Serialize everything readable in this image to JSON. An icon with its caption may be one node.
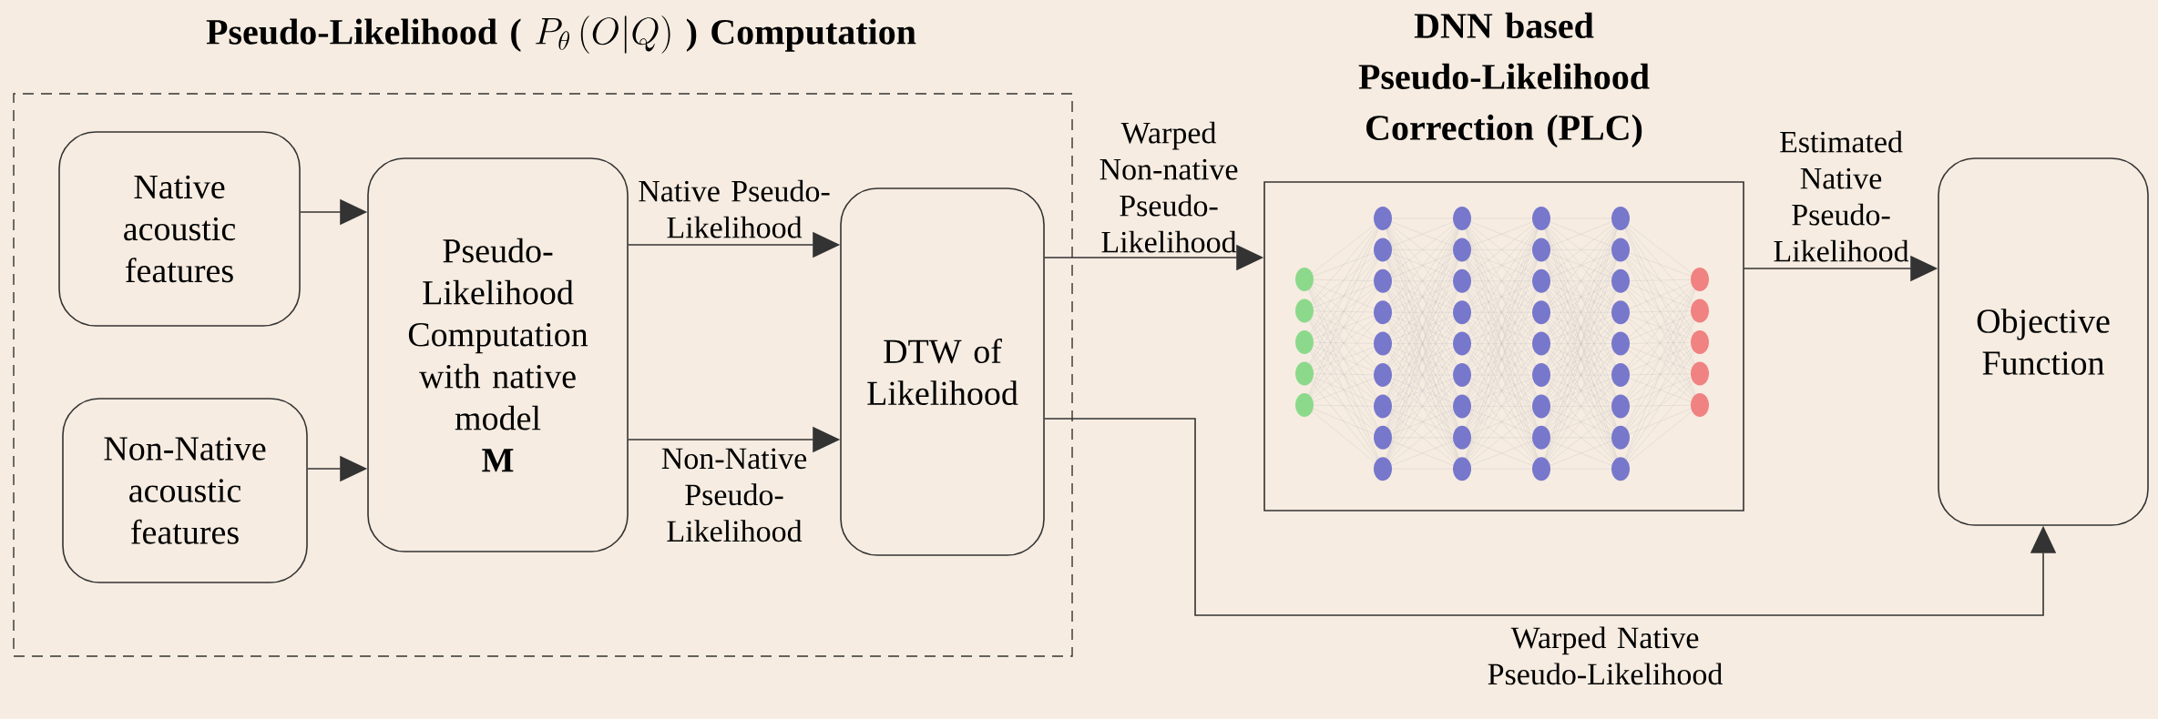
{
  "diagram": {
    "nodes": [
      {
        "text": [
          "Pseudo-Likelihood (",
          "P_{\\theta}\\left(O\\middle|Q\\right)",
          ") Computation"
        ]
      },
      {
        "text": [
          "Native acoustic features"
        ],
        "in": 0
      },
      {
        "text": [
          "Non-Native acoustic features"
        ],
        "in": 0
      },
      {
        "text": [
          "Pseudo-Likelihood Computation with native model",
          "M"
        ],
        "in": 0
      },
      {
        "text": [
          "DTW of Likelihood"
        ],
        "in": 0
      },
      {
        "text": [
          "DNN based Pseudo-Likelihood Correction (PLC)"
        ]
      },
      {
        "text": [
          "Objective Function"
        ]
      }
    ],
    "edges": [
      {
        "from": 1,
        "to": 3,
        "arrow": "to"
      },
      {
        "from": 2,
        "to": 3,
        "arrow": "to"
      },
      {
        "from": 3,
        "to": 4,
        "arrow": "to",
        "label": "Native Pseudo-Likelihood"
      },
      {
        "from": 3,
        "to": 4,
        "arrow": "to",
        "label": "Non-Native Pseudo-Likelihood"
      },
      {
        "from": 4,
        "to": 5,
        "arrow": "to",
        "label": "Warped Non-native Pseudo-Likelihood"
      },
      {
        "from": 5,
        "to": 6,
        "arrow": "to",
        "label": "Estimated Native Pseudo-Likelihood"
      },
      {
        "from": 4,
        "to": 6,
        "arrow": "to",
        "label": "Warped Native Pseudo-Likelihood"
      }
    ]
  }
}
